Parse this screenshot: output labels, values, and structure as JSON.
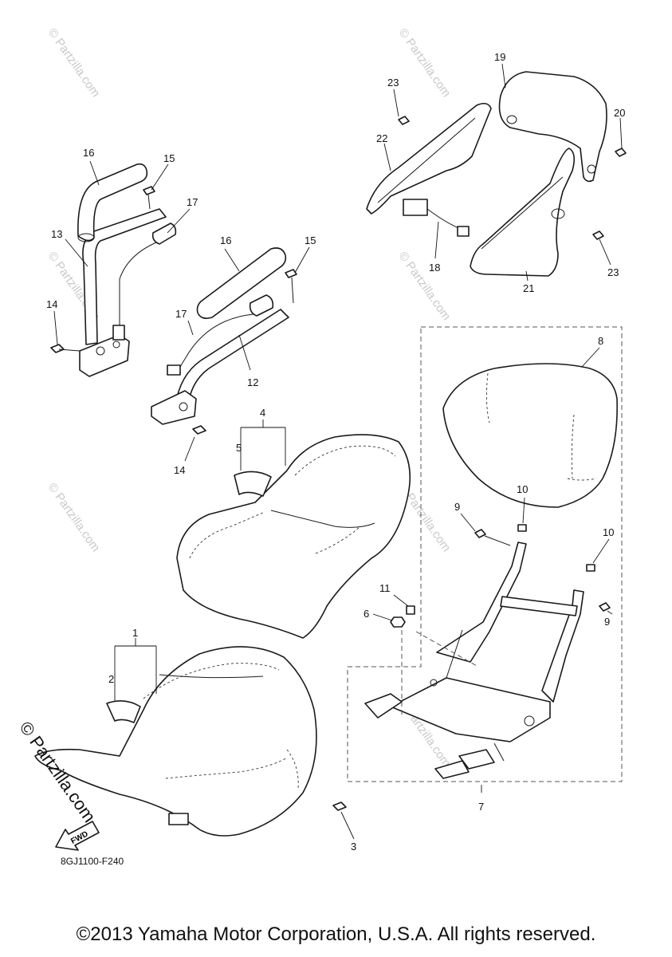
{
  "diagram_code": "8GJ1100-F240",
  "copyright": "©2013 Yamaha Motor Corporation, U.S.A. All rights reserved.",
  "watermark": "© Partzilla.com",
  "fwd_label": "FWD",
  "callouts": {
    "c1": "1",
    "c2": "2",
    "c3": "3",
    "c4": "4",
    "c5": "5",
    "c6": "6",
    "c7": "7",
    "c8": "8",
    "c9a": "9",
    "c9b": "9",
    "c10a": "10",
    "c10b": "10",
    "c11": "11",
    "c12": "12",
    "c13": "13",
    "c14a": "14",
    "c14b": "14",
    "c15a": "15",
    "c15b": "15",
    "c16a": "16",
    "c16b": "16",
    "c17a": "17",
    "c17b": "17",
    "c18": "18",
    "c19": "19",
    "c20": "20",
    "c21": "21",
    "c22": "22",
    "c23a": "23",
    "c23b": "23"
  }
}
